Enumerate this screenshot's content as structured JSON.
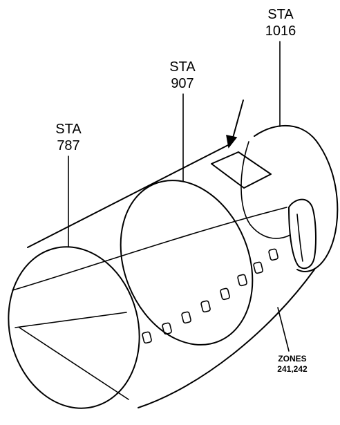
{
  "labels": {
    "sta_787": {
      "line1": "STA",
      "line2": "787"
    },
    "sta_907": {
      "line1": "STA",
      "line2": "907"
    },
    "sta_1016": {
      "line1": "STA",
      "line2": "1016"
    },
    "zones": {
      "line1": "ZONES",
      "line2": "241,242"
    }
  },
  "colors": {
    "ink": "#000000",
    "paper": "#ffffff"
  }
}
